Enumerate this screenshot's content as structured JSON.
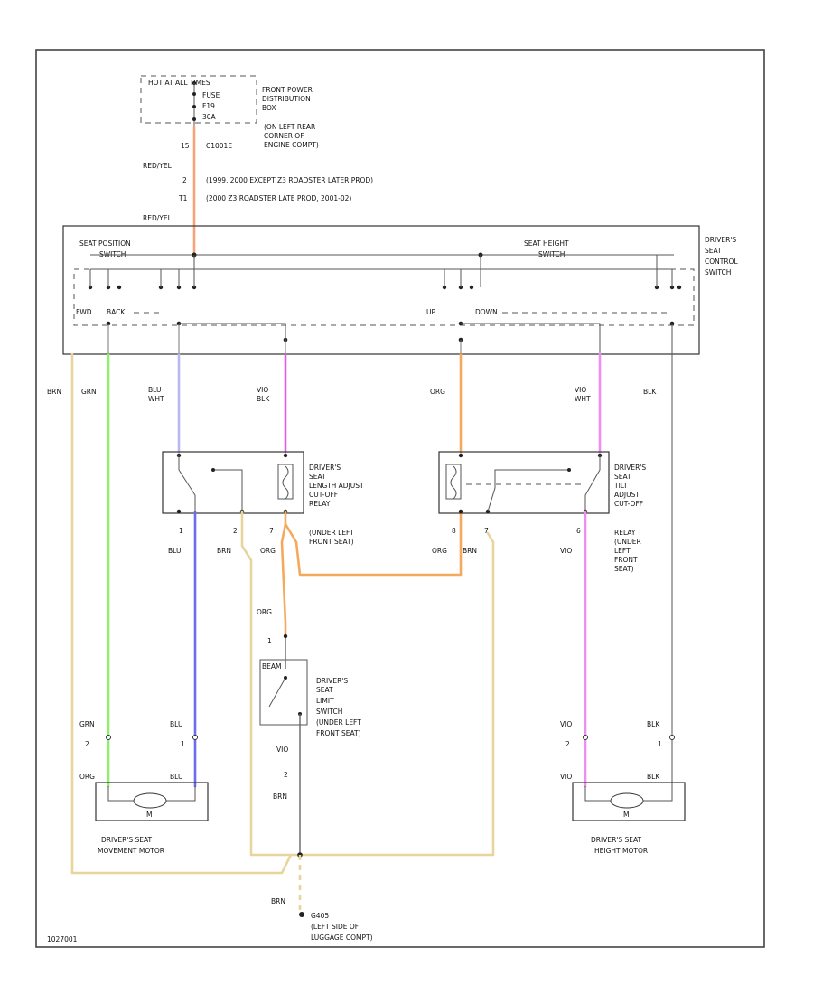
{
  "colors": {
    "red_yel": "#f4a37a",
    "blu_wht": "#b8b8f0",
    "vio_blk": "#e25ee2",
    "org": "#f5a95c",
    "blu": "#6c6cf0",
    "brn": "#e8d49c",
    "grn": "#8df06a",
    "vio_wht": "#f08df0",
    "blk": "#777777"
  },
  "power": {
    "hot_label": "HOT AT ALL TIMES",
    "fuse_label": "FUSE",
    "fuse_id": "F19",
    "fuse_rating": "30A",
    "box_name": [
      "FRONT POWER",
      "DISTRIBUTION",
      "BOX"
    ],
    "box_location": [
      "(ON LEFT REAR",
      "CORNER OF",
      "ENGINE COMPT)"
    ],
    "pin_15": "15",
    "connector_id": "C1001E",
    "wire_red_yel": "RED/YEL",
    "pin_2": "2",
    "conn_a": "(1999, 2000 EXCEPT Z3 ROADSTER LATER PROD)",
    "pin_t1": "T1",
    "conn_b": "(2000 Z3 ROADSTER LATE PROD, 2001-02)"
  },
  "switch": {
    "name": [
      "DRIVER'S",
      "SEAT",
      "CONTROL",
      "SWITCH"
    ],
    "position_label": [
      "SEAT POSITION",
      "SWITCH"
    ],
    "height_label": [
      "SEAT HEIGHT",
      "SWITCH"
    ],
    "fwd": "FWD",
    "back": "BACK",
    "up": "UP",
    "down": "DOWN"
  },
  "wires": {
    "brn": "BRN",
    "grn": "GRN",
    "blu_wht": [
      "BLU",
      "WHT"
    ],
    "vio_blk": [
      "VIO",
      "BLK"
    ],
    "org": "ORG",
    "vio_wht": [
      "VIO",
      "WHT"
    ],
    "blk": "BLK",
    "blu": "BLU",
    "vio": "VIO"
  },
  "relay_left": {
    "name": [
      "DRIVER'S",
      "SEAT",
      "LENGTH ADJUST",
      "CUT-OFF",
      "RELAY",
      "(UNDER LEFT",
      "FRONT SEAT)"
    ],
    "pin1": "1",
    "pin2": "2",
    "pin7": "7"
  },
  "relay_right": {
    "name": [
      "DRIVER'S",
      "SEAT",
      "TILT",
      "ADJUST",
      "CUT-OFF",
      "RELAY",
      "(UNDER",
      "LEFT",
      "FRONT",
      "SEAT)"
    ],
    "pin6": "6",
    "pin7": "7",
    "pin8": "8"
  },
  "limit_switch": {
    "name": [
      "DRIVER'S",
      "SEAT",
      "LIMIT",
      "SWITCH",
      "(UNDER LEFT",
      "FRONT SEAT)"
    ],
    "pin1": "1",
    "pin2": "2",
    "beam": "BEAM",
    "wire_top": "ORG",
    "wire_bottom": "BRN",
    "wire_mid": "VIO"
  },
  "motor_left": {
    "name": [
      "DRIVER'S SEAT",
      "MOVEMENT MOTOR"
    ],
    "symbol": "M",
    "pin2": "2",
    "pin1": "1",
    "wire_a": "GRN",
    "wire_b": "BLU",
    "wire_a2": "ORG",
    "wire_b2": "BLU"
  },
  "motor_right": {
    "name": [
      "DRIVER'S SEAT",
      "HEIGHT MOTOR"
    ],
    "symbol": "M",
    "pin2": "2",
    "pin1": "1",
    "wire_a": "VIO",
    "wire_b": "BLK",
    "wire_a2": "VIO",
    "wire_b2": "BLK"
  },
  "ground": {
    "wire": "BRN",
    "id": "G405",
    "location": [
      "(LEFT SIDE OF",
      "LUGGAGE COMPT)"
    ]
  },
  "footer": {
    "code": "1027001"
  }
}
